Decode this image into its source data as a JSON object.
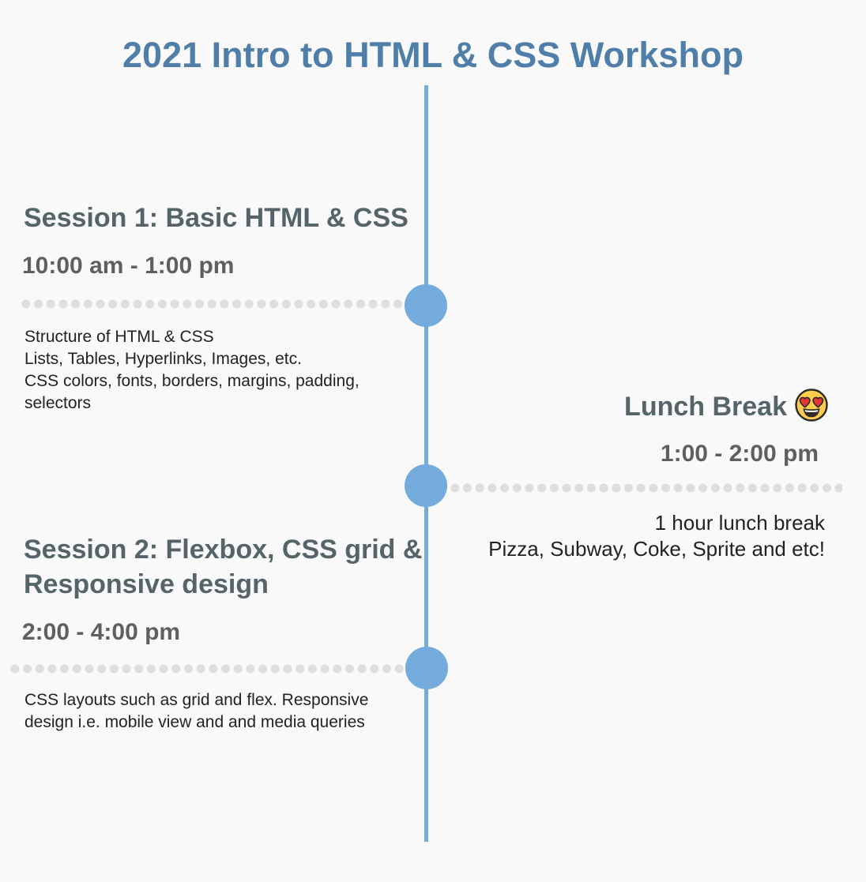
{
  "title": "2021 Intro to HTML & CSS Workshop",
  "colors": {
    "accent": "#4f7fa8",
    "timeline": "#73abdd",
    "dots": "#dedede",
    "heading": "#546469",
    "time": "#5f5f5f",
    "background": "#f9f9f9"
  },
  "sessions": [
    {
      "title": "Session 1: Basic HTML & CSS",
      "time": "10:00 am - 1:00 pm",
      "side": "left",
      "description": [
        "Structure of HTML & CSS",
        "Lists, Tables, Hyperlinks, Images, etc.",
        "CSS colors, fonts, borders, margins, padding,",
        "selectors"
      ]
    },
    {
      "title": "Lunch Break",
      "icon": "heart-eyes-emoji-icon",
      "time": "1:00 - 2:00 pm",
      "side": "right",
      "description": [
        "1 hour lunch break",
        "Pizza, Subway, Coke, Sprite and etc!"
      ]
    },
    {
      "title_lines": [
        "Session 2: Flexbox, CSS grid &",
        "Responsive design"
      ],
      "time": "2:00 - 4:00 pm",
      "side": "left",
      "description": [
        "CSS layouts such as grid and flex.  Responsive",
        "design i.e. mobile view and and media queries"
      ]
    }
  ]
}
